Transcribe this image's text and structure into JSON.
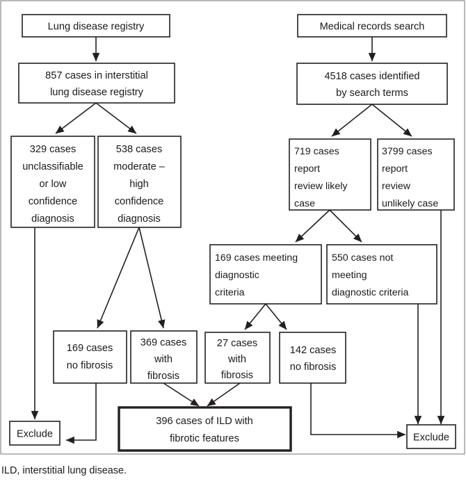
{
  "figure": {
    "caption": "ILD, interstitial lung disease.",
    "colors": {
      "box_stroke": "#231f20",
      "box_fill": "#ffffff",
      "frame_stroke": "#9b9b9b",
      "text": "#1a1a1a"
    }
  },
  "nodes": {
    "lung_registry": {
      "lines": [
        "Lung disease registry"
      ]
    },
    "registry_cases": {
      "lines": [
        "857 cases in interstitial",
        "lung disease registry"
      ]
    },
    "unclassifiable": {
      "lines": [
        "329 cases",
        "unclassifiable",
        "or low",
        "confidence",
        "diagnosis"
      ]
    },
    "moderate_high": {
      "lines": [
        "538 cases",
        "moderate –",
        "high",
        "confidence",
        "diagnosis"
      ]
    },
    "records_search": {
      "lines": [
        "Medical records search"
      ]
    },
    "search_cases": {
      "lines": [
        "4518 cases identified",
        "by search terms"
      ]
    },
    "likely_case": {
      "lines": [
        "719 cases",
        "report",
        "review likely",
        "case"
      ]
    },
    "unlikely_case": {
      "lines": [
        "3799 cases",
        "report",
        "review",
        "unlikely case"
      ]
    },
    "meeting_criteria": {
      "lines": [
        "169 cases meeting",
        "diagnostic",
        "criteria"
      ]
    },
    "not_meeting_criteria": {
      "lines": [
        "550 cases not",
        "meeting",
        "diagnostic criteria"
      ]
    },
    "no_fibrosis_169": {
      "lines": [
        "169 cases",
        "no fibrosis"
      ]
    },
    "with_fibrosis_369": {
      "lines": [
        "369 cases",
        "with",
        "fibrosis"
      ]
    },
    "with_fibrosis_27": {
      "lines": [
        "27 cases",
        "with",
        "fibrosis"
      ]
    },
    "no_fibrosis_142": {
      "lines": [
        "142 cases",
        "no fibrosis"
      ]
    },
    "exclude_left": {
      "lines": [
        "Exclude"
      ]
    },
    "exclude_right": {
      "lines": [
        "Exclude"
      ]
    },
    "final_result": {
      "lines": [
        "396 cases of ILD with",
        "fibrotic features"
      ]
    }
  },
  "chart_data": {
    "type": "diagram",
    "title": "Patient selection flow diagram",
    "nodes": [
      {
        "id": "lung_registry",
        "label": "Lung disease registry",
        "count": null
      },
      {
        "id": "registry_cases",
        "label": "857 cases in interstitial lung disease registry",
        "count": 857
      },
      {
        "id": "unclassifiable",
        "label": "329 cases unclassifiable or low confidence diagnosis",
        "count": 329
      },
      {
        "id": "moderate_high",
        "label": "538 cases moderate – high confidence diagnosis",
        "count": 538
      },
      {
        "id": "records_search",
        "label": "Medical records search",
        "count": null
      },
      {
        "id": "search_cases",
        "label": "4518 cases identified by search terms",
        "count": 4518
      },
      {
        "id": "likely_case",
        "label": "719 cases report review likely case",
        "count": 719
      },
      {
        "id": "unlikely_case",
        "label": "3799 cases report review unlikely case",
        "count": 3799
      },
      {
        "id": "meeting_criteria",
        "label": "169 cases meeting diagnostic criteria",
        "count": 169
      },
      {
        "id": "not_meeting_criteria",
        "label": "550 cases not meeting diagnostic criteria",
        "count": 550
      },
      {
        "id": "no_fibrosis_169",
        "label": "169 cases no fibrosis",
        "count": 169
      },
      {
        "id": "with_fibrosis_369",
        "label": "369 cases with fibrosis",
        "count": 369
      },
      {
        "id": "with_fibrosis_27",
        "label": "27 cases with fibrosis",
        "count": 27
      },
      {
        "id": "no_fibrosis_142",
        "label": "142 cases no fibrosis",
        "count": 142
      },
      {
        "id": "exclude_left",
        "label": "Exclude",
        "count": null
      },
      {
        "id": "exclude_right",
        "label": "Exclude",
        "count": null
      },
      {
        "id": "final_result",
        "label": "396 cases of ILD with fibrotic features",
        "count": 396
      }
    ],
    "edges": [
      {
        "from": "lung_registry",
        "to": "registry_cases"
      },
      {
        "from": "registry_cases",
        "to": "unclassifiable"
      },
      {
        "from": "registry_cases",
        "to": "moderate_high"
      },
      {
        "from": "records_search",
        "to": "search_cases"
      },
      {
        "from": "search_cases",
        "to": "likely_case"
      },
      {
        "from": "search_cases",
        "to": "unlikely_case"
      },
      {
        "from": "likely_case",
        "to": "meeting_criteria"
      },
      {
        "from": "likely_case",
        "to": "not_meeting_criteria"
      },
      {
        "from": "moderate_high",
        "to": "no_fibrosis_169"
      },
      {
        "from": "moderate_high",
        "to": "with_fibrosis_369"
      },
      {
        "from": "meeting_criteria",
        "to": "with_fibrosis_27"
      },
      {
        "from": "meeting_criteria",
        "to": "no_fibrosis_142"
      },
      {
        "from": "unclassifiable",
        "to": "exclude_left"
      },
      {
        "from": "no_fibrosis_169",
        "to": "exclude_left"
      },
      {
        "from": "not_meeting_criteria",
        "to": "exclude_right"
      },
      {
        "from": "unlikely_case",
        "to": "exclude_right"
      },
      {
        "from": "no_fibrosis_142",
        "to": "exclude_right"
      },
      {
        "from": "with_fibrosis_369",
        "to": "final_result"
      },
      {
        "from": "with_fibrosis_27",
        "to": "final_result"
      }
    ]
  }
}
